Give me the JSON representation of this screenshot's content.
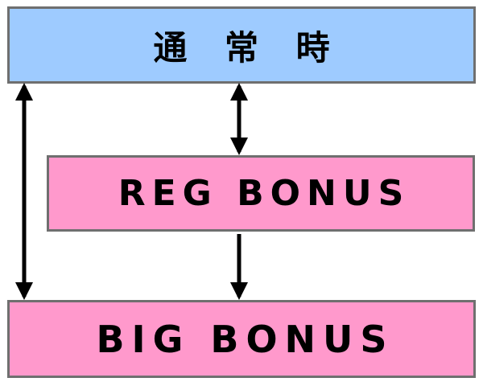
{
  "nodes": {
    "normal": {
      "label": "通 常 時"
    },
    "reg": {
      "label": "REG BONUS"
    },
    "big": {
      "label": "BIG BONUS"
    }
  },
  "edges": [
    {
      "from": "normal",
      "to": "big",
      "direction": "both"
    },
    {
      "from": "normal",
      "to": "reg",
      "direction": "both"
    },
    {
      "from": "reg",
      "to": "big",
      "direction": "forward"
    }
  ],
  "colors": {
    "normal_fill": "#9ecbff",
    "bonus_fill": "#ff99cc",
    "border": "#6f6f6f",
    "arrow": "#000000",
    "text": "#000000"
  }
}
